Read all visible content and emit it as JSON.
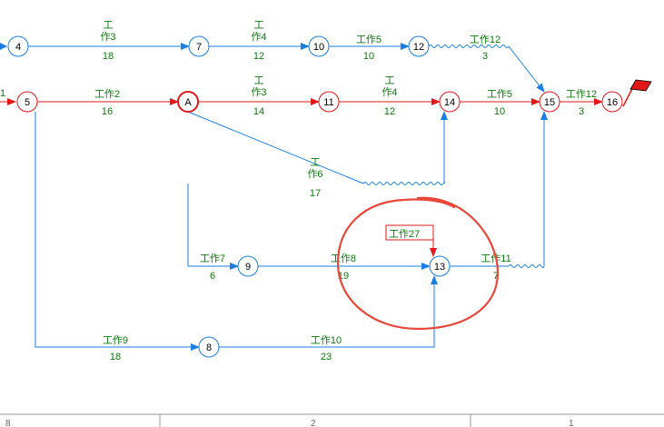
{
  "colors": {
    "normal": "#1a7fe0",
    "critical": "#e01818",
    "label": "#0b7a0b",
    "callout": "#e01818",
    "marker": "#e01818",
    "scale": "#666666"
  },
  "nodes": [
    {
      "id": "n4",
      "label": "4",
      "type": "normal"
    },
    {
      "id": "n7",
      "label": "7",
      "type": "normal"
    },
    {
      "id": "n10",
      "label": "10",
      "type": "normal"
    },
    {
      "id": "n12",
      "label": "12",
      "type": "normal"
    },
    {
      "id": "n5",
      "label": "5",
      "type": "critical"
    },
    {
      "id": "nA",
      "label": "A",
      "type": "critical-bold"
    },
    {
      "id": "n11",
      "label": "11",
      "type": "critical"
    },
    {
      "id": "n14",
      "label": "14",
      "type": "critical"
    },
    {
      "id": "n15",
      "label": "15",
      "type": "critical"
    },
    {
      "id": "n16",
      "label": "16",
      "type": "critical"
    },
    {
      "id": "n9",
      "label": "9",
      "type": "normal"
    },
    {
      "id": "n13",
      "label": "13",
      "type": "normal"
    },
    {
      "id": "n8",
      "label": "8",
      "type": "normal"
    }
  ],
  "edges": [
    {
      "id": "e-4-7",
      "name": "工作3",
      "duration": "18",
      "type": "normal"
    },
    {
      "id": "e-7-10",
      "name": "工作4",
      "duration": "12",
      "type": "normal"
    },
    {
      "id": "e-10-12",
      "name": "工作5",
      "duration": "10",
      "type": "normal"
    },
    {
      "id": "e-12-15",
      "name": "工作12",
      "duration": "3",
      "type": "normal"
    },
    {
      "id": "e-5-A",
      "name": "工作2",
      "duration": "16",
      "type": "critical"
    },
    {
      "id": "e-A-11",
      "name": "工作3",
      "duration": "14",
      "type": "critical"
    },
    {
      "id": "e-11-14",
      "name": "工作4",
      "duration": "12",
      "type": "critical"
    },
    {
      "id": "e-14-15",
      "name": "工作5",
      "duration": "10",
      "type": "critical"
    },
    {
      "id": "e-15-16",
      "name": "工作12",
      "duration": "3",
      "type": "critical"
    },
    {
      "id": "e-A-14",
      "name": "工作6",
      "duration": "17",
      "type": "normal"
    },
    {
      "id": "e-A-9",
      "name": "工作7",
      "duration": "6",
      "type": "normal"
    },
    {
      "id": "e-9-13",
      "name": "工作8",
      "duration": "19",
      "type": "normal"
    },
    {
      "id": "e-13-15",
      "name": "工作11",
      "duration": "7",
      "type": "normal"
    },
    {
      "id": "e-5-8",
      "name": "工作9",
      "duration": "18",
      "type": "normal"
    },
    {
      "id": "e-8-13",
      "name": "工作10",
      "duration": "23",
      "type": "normal"
    }
  ],
  "left_stub": {
    "label": "1"
  },
  "callout": {
    "text": "工作27"
  },
  "scale_labels": [
    "8",
    "2",
    "1"
  ]
}
